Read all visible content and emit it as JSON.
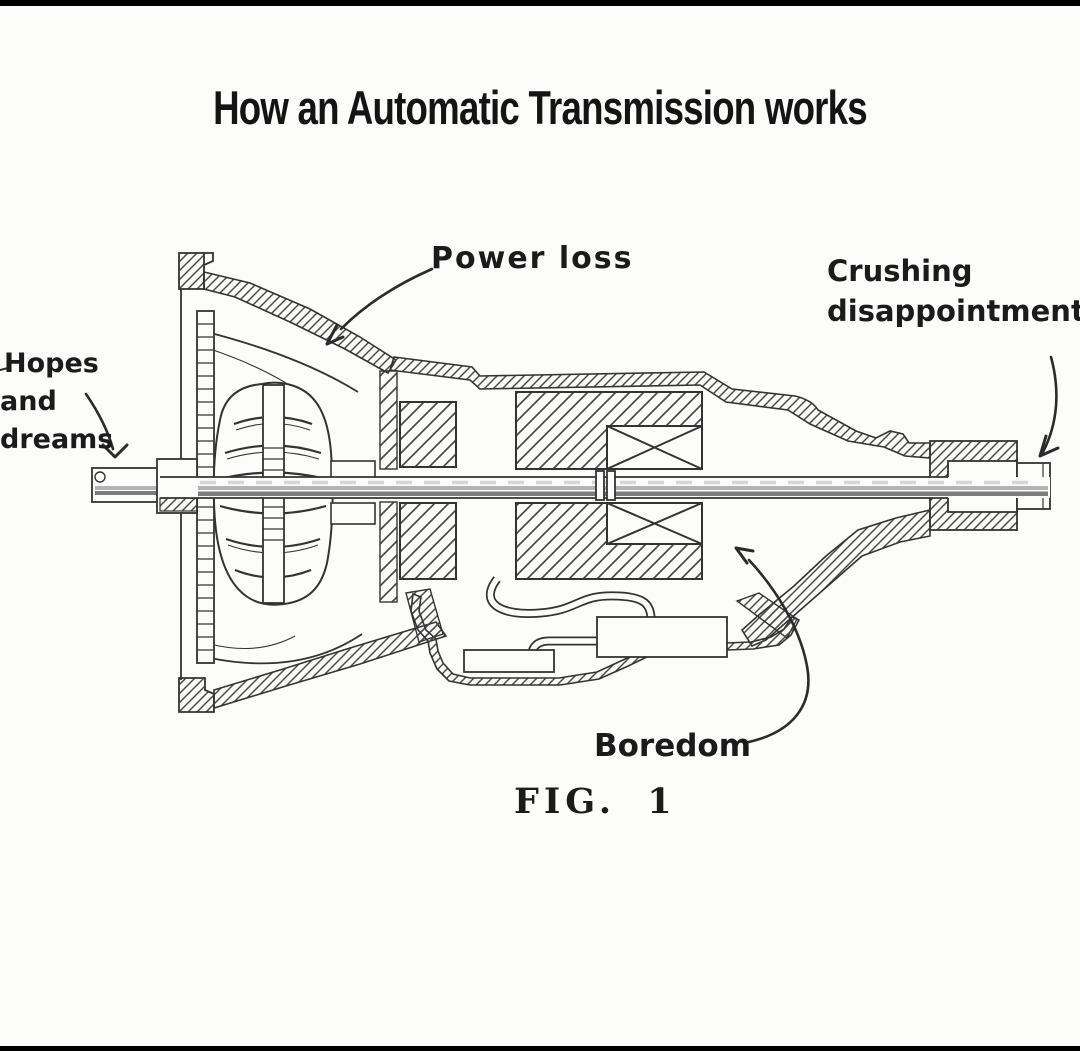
{
  "title": "How an Automatic Transmission works",
  "figure": {
    "caption": "FIG. 1"
  },
  "annotations": {
    "power_loss": {
      "text": "Power loss",
      "target": "torque-converter"
    },
    "crushing": {
      "line1": "Crushing",
      "line2": "disappointment",
      "target": "output-shaft"
    },
    "hopes": {
      "line1": "Hopes",
      "line2": "and",
      "line3": "dreams",
      "target": "input-shaft"
    },
    "boredom": {
      "text": "Boredom",
      "target": "transmission-case"
    }
  },
  "colors": {
    "background": "#fcfcfb",
    "ink": "#333333",
    "text_ink": "#1b1b1b",
    "shaft_shade_light": "#b3b3b3",
    "shaft_shade_dark": "#7d7d7d",
    "edge_bar": "#000000"
  }
}
